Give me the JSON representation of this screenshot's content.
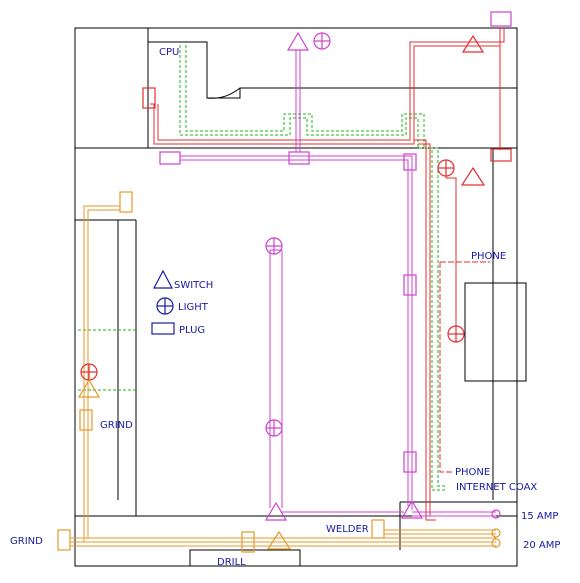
{
  "colors": {
    "wall": "#000000",
    "red_circuit": "#e03030",
    "magenta_circuit": "#d040d0",
    "green_data": "#18b818",
    "orange_circuit": "#e59a2a",
    "text": "#1a1aa6"
  },
  "legend": {
    "switch_label": "SWITCH",
    "light_label": "LIGHT",
    "plug_label": "PLUG"
  },
  "labels": {
    "cpu": "CPU",
    "phone_top": "PHONE",
    "phone_bottom": "PHONE",
    "internet_coax": "INTERNET COAX",
    "amp15": "15 AMP",
    "amp20": "20 AMP",
    "welder": "WELDER",
    "grind_left": "GRIND",
    "grind_inner": "GRIND",
    "drill": "DRILL"
  },
  "icons": {
    "switch": "triangle-switch-symbol",
    "light": "circle-cross-light-symbol",
    "plug": "rectangle-plug-symbol"
  }
}
